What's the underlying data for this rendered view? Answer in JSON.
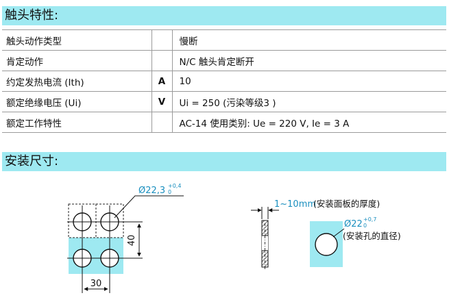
{
  "contact_section": {
    "title": "触头特性:",
    "rows": [
      {
        "label": "触头动作类型",
        "unit": "",
        "value": "慢断"
      },
      {
        "label": "肯定动作",
        "unit": "",
        "value": "N/C 触头肯定断开"
      },
      {
        "label": "约定发热电流 (Ith)",
        "unit": "A",
        "value": "10"
      },
      {
        "label": "额定绝缘电压 (Ui)",
        "unit": "V",
        "value": "Ui = 250 (污染等级3 )"
      },
      {
        "label": "额定工作特性",
        "unit": "",
        "value": "AC-14  使用类别: Ue = 220 V,  Ie = 3 A"
      }
    ]
  },
  "mounting_section": {
    "title": "安装尺寸:",
    "left_drawing": {
      "hole_label": "Ø22,3",
      "hole_tol_upper": "+0,4",
      "hole_tol_lower": "0",
      "vertical_dim": "40",
      "horizontal_dim": "30"
    },
    "right_drawing": {
      "thickness_label": "1~10mm",
      "thickness_note": "(安装面板的厚度)",
      "hole_label": "Ø22",
      "hole_tol_upper": "+0,7",
      "hole_tol_lower": "0",
      "hole_note": "(安装孔的直径)"
    },
    "colors": {
      "panel_fill": "#9ee9f1",
      "dimension_text": "#1a8fbf"
    }
  }
}
